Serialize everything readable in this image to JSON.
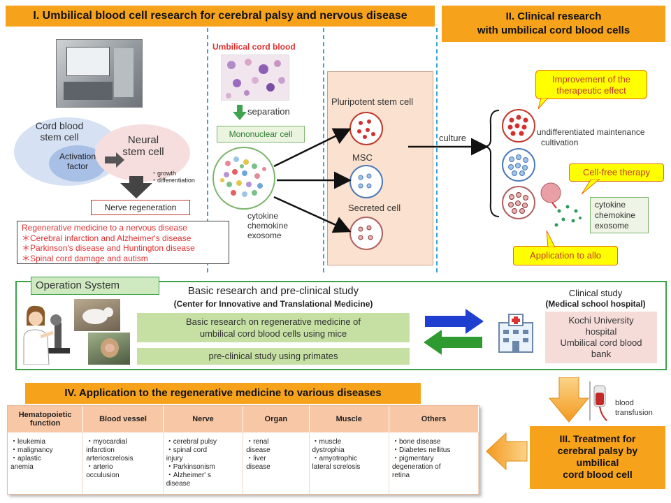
{
  "section1": {
    "title": "I. Umbilical blood cell research for cerebral palsy and nervous disease"
  },
  "section2": {
    "title_line1": "II. Clinical research",
    "title_line2": "with umbilical cord blood cells"
  },
  "section3": {
    "title_line1": "III. Treatment for",
    "title_line2": "cerebral palsy by",
    "title_line3": "umbilical",
    "title_line4": "cord blood cell"
  },
  "section4": {
    "title": "IV. Application to the regenerative medicine to various diseases"
  },
  "neural": {
    "cord_blood_line1": "Cord blood",
    "cord_blood_line2": "stem cell",
    "activation_line1": "Activation",
    "activation_line2": "factor",
    "neural_line1": "Neural",
    "neural_line2": "stem cell",
    "growth": "・growth",
    "differentiation": "・differentiation",
    "nerve_regeneration": "Nerve regeneration"
  },
  "regen_box": {
    "line1": "Regenerative medicine to a nervous disease",
    "line2": "＊Cerebral infarction and Alzheimer's disease",
    "line3": "＊Parkinson's disease and Huntington disease",
    "line4": "＊Spinal cord damage and autism"
  },
  "cord_blood": {
    "title": "Umbilical cord blood",
    "separation": "separation",
    "mononuclear": "Mononuclear cell",
    "cytokine": "cytokine",
    "chemokine": "chemokine",
    "exosome": "exosome"
  },
  "culture": {
    "pluripotent": "Pluripotent stem cell",
    "msc": "MSC",
    "secreted": "Secreted cell",
    "culture_label": "culture"
  },
  "clinical": {
    "improvement_line1": "Improvement of the",
    "improvement_line2": "therapeutic effect",
    "undiff_line1": "undifferentiated maintenance",
    "undiff_line2": "cultivation",
    "cell_free": "Cell-free therapy",
    "cytokine": "cytokine",
    "chemokine": "chemokine",
    "exosome": "exosome",
    "allo": "Application to allo"
  },
  "operation": {
    "label": "Operation System",
    "basic_title": "Basic research and pre-clinical study",
    "basic_subtitle": "(Center for Innovative and Translational Medicine)",
    "basic_line1": "Basic research on regenerative medicine of",
    "basic_line2": "umbilical cord blood cells using mice",
    "preclinical": "pre-clinical study using primates",
    "clinical_title": "Clinical study",
    "clinical_subtitle": "(Medical school hospital)",
    "kochi_line1": "Kochi University",
    "kochi_line2": "hospital",
    "kochi_line3": "Umbilical cord blood",
    "kochi_line4": "bank"
  },
  "transfusion": {
    "line1": "blood",
    "line2": "transfusion"
  },
  "diseases": {
    "headers": [
      "Hematopoietic function",
      "Blood vessel",
      "Nerve",
      "Organ",
      "Muscle",
      "Others"
    ],
    "cells": [
      "・leukemia\n・malignancy\n・aplastic\nanemia",
      "・myocardial\ninfarction\narterioscrelosis\n・arterio\nocculusion",
      "・cerebral pulsy\n・spinal cord\ninjury\n・Parkinsonism\n・Alzheimer' s\ndisease",
      "・renal\ndisease\n・liver\ndisease",
      "・muscle\ndystrophia\n・amyotrophic\nlateral screlosis",
      "・bone disease\n・Diabetes nellitus\n・pigmentary\ndegeneration of\nretina"
    ]
  },
  "colors": {
    "orange": "#f7a21b",
    "green_box": "#c6e0a4",
    "callout": "#ffff00",
    "dish_green": "#7bb56c"
  }
}
